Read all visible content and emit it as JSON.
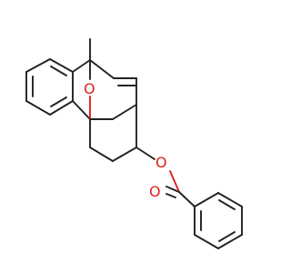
{
  "diagram": {
    "type": "skeletal-structure",
    "atom_labels": {
      "bridge_oxygen": "O",
      "ester_oxygen": "O",
      "carbonyl_oxygen": "O"
    },
    "colors": {
      "bond": "#222222",
      "oxygen": "#e0211d",
      "background": "#ffffff"
    }
  }
}
